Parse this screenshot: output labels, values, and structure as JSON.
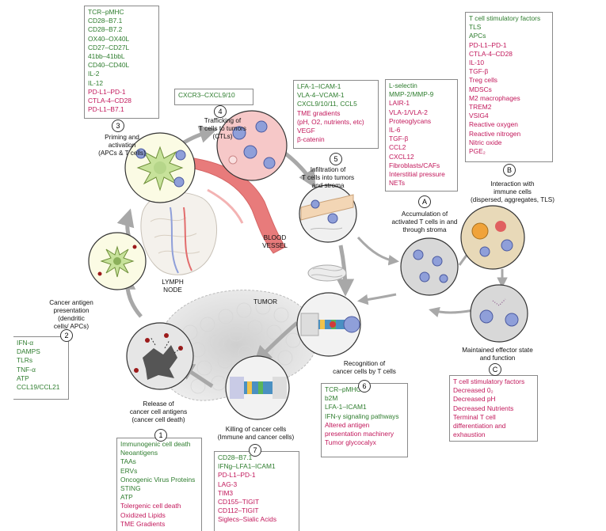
{
  "steps": {
    "s1": {
      "num": "1",
      "label": [
        "Release of",
        "cancer cell antigens",
        "(cancer cell death)"
      ],
      "items": [
        {
          "t": "Immunogenic cell death",
          "c": "g"
        },
        {
          "t": "Neoantigens",
          "c": "g"
        },
        {
          "t": "TAAs",
          "c": "g"
        },
        {
          "t": "ERVs",
          "c": "g"
        },
        {
          "t": "Oncogenic Virus Proteins",
          "c": "g"
        },
        {
          "t": "STING",
          "c": "g"
        },
        {
          "t": "ATP",
          "c": "g"
        },
        {
          "t": "Tolergenic cell death",
          "c": "r"
        },
        {
          "t": "Oxidized Lipids",
          "c": "r"
        },
        {
          "t": "TME Gradients",
          "c": "r"
        }
      ]
    },
    "s2": {
      "num": "2",
      "label": [
        "Cancer antigen",
        "presentation",
        "(dendritic",
        "cells/ APCs)"
      ],
      "items": [
        {
          "t": "IFN-α",
          "c": "g"
        },
        {
          "t": "DAMPS",
          "c": "g"
        },
        {
          "t": "TLRs",
          "c": "g"
        },
        {
          "t": "TNF-α",
          "c": "g"
        },
        {
          "t": "ATP",
          "c": "g"
        },
        {
          "t": "CCL19/CCL21",
          "c": "g"
        }
      ]
    },
    "s3": {
      "num": "3",
      "label": [
        "Priming and",
        "activation",
        "(APCs & T cells)"
      ],
      "items": [
        {
          "t": "TCR–pMHC",
          "c": "g"
        },
        {
          "t": "CD28–B7.1",
          "c": "g"
        },
        {
          "t": "CD28–B7.2",
          "c": "g"
        },
        {
          "t": "OX40–OX40L",
          "c": "g"
        },
        {
          "t": "CD27–CD27L",
          "c": "g"
        },
        {
          "t": "41bb–41bbL",
          "c": "g"
        },
        {
          "t": "CD40–CD40L",
          "c": "g"
        },
        {
          "t": "IL-2",
          "c": "g"
        },
        {
          "t": "IL-12",
          "c": "g"
        },
        {
          "t": "PD-L1–PD-1",
          "c": "r"
        },
        {
          "t": "CTLA-4–CD28",
          "c": "r"
        },
        {
          "t": "PD-L1–B7.1",
          "c": "r"
        }
      ]
    },
    "s4": {
      "num": "4",
      "label": [
        "Trafficking of",
        "T cells to tumors",
        "(CTLs)"
      ],
      "items": [
        {
          "t": "CXCR3–CXCL9/10",
          "c": "g"
        }
      ]
    },
    "s5": {
      "num": "5",
      "label": [
        "Infiltration of",
        "T cells into tumors",
        "and stroma"
      ],
      "items": [
        {
          "t": "LFA-1–ICAM-1",
          "c": "g"
        },
        {
          "t": "VLA-4–VCAM-1",
          "c": "g"
        },
        {
          "t": "CXCL9/10/11, CCL5",
          "c": "g"
        },
        {
          "t": "TME gradients",
          "c": "r"
        },
        {
          "t": "(pH, O2, nutrients, etc)",
          "c": "r"
        },
        {
          "t": "VEGF",
          "c": "r"
        },
        {
          "t": "β-catenin",
          "c": "r"
        }
      ]
    },
    "s6": {
      "num": "6",
      "label": [
        "Recognition of",
        "cancer cells by T cells"
      ],
      "items": [
        {
          "t": "TCR–pMHC",
          "c": "g"
        },
        {
          "t": "b2M",
          "c": "g"
        },
        {
          "t": "LFA-1–ICAM1",
          "c": "g"
        },
        {
          "t": "IFN-γ signaling pathways",
          "c": "g"
        },
        {
          "t": "Altered antigen",
          "c": "r"
        },
        {
          "t": "presentation machinery",
          "c": "r"
        },
        {
          "t": "Tumor glycocalyx",
          "c": "r"
        }
      ]
    },
    "s7": {
      "num": "7",
      "label": [
        "Killing of cancer cells",
        "(Immune and cancer cells)"
      ],
      "items": [
        {
          "t": "CD28–B7.1",
          "c": "g"
        },
        {
          "t": "IFNg–LFA1–ICAM1",
          "c": "g"
        },
        {
          "t": "PD-L1–PD-1",
          "c": "r"
        },
        {
          "t": "LAG-3",
          "c": "r"
        },
        {
          "t": "TIM3",
          "c": "r"
        },
        {
          "t": "CD155–TIGIT",
          "c": "r"
        },
        {
          "t": "CD112–TIGIT",
          "c": "r"
        },
        {
          "t": "Siglecs–Sialic Acids",
          "c": "r"
        }
      ]
    },
    "sA": {
      "num": "A",
      "label": [
        "Accumulation of",
        "activated T cells in and",
        "through stroma"
      ],
      "items": [
        {
          "t": "L-selectin",
          "c": "g"
        },
        {
          "t": "MMP-2/MMP-9",
          "c": "g"
        },
        {
          "t": "LAIR-1",
          "c": "r"
        },
        {
          "t": "VLA-1/VLA-2",
          "c": "r"
        },
        {
          "t": "Proteoglycans",
          "c": "r"
        },
        {
          "t": "IL-6",
          "c": "r"
        },
        {
          "t": "TGF-β",
          "c": "r"
        },
        {
          "t": "CCL2",
          "c": "r"
        },
        {
          "t": "CXCL12",
          "c": "r"
        },
        {
          "t": "Fibroblasts/CAFs",
          "c": "r"
        },
        {
          "t": "Interstitial pressure",
          "c": "r"
        },
        {
          "t": "NETs",
          "c": "r"
        }
      ]
    },
    "sB": {
      "num": "B",
      "label": [
        "Interaction with",
        "immune cells",
        "(dispersed, aggregates, TLS)"
      ],
      "items": [
        {
          "t": "T cell stimulatory factors",
          "c": "g"
        },
        {
          "t": "TLS",
          "c": "g"
        },
        {
          "t": "APCs",
          "c": "g"
        },
        {
          "t": "PD-L1–PD-1",
          "c": "r"
        },
        {
          "t": "CTLA-4–CD28",
          "c": "r"
        },
        {
          "t": "IL-10",
          "c": "r"
        },
        {
          "t": "TGF-β",
          "c": "r"
        },
        {
          "t": "Treg cells",
          "c": "r"
        },
        {
          "t": "MDSCs",
          "c": "r"
        },
        {
          "t": "M2 macrophages",
          "c": "r"
        },
        {
          "t": "TREM2",
          "c": "r"
        },
        {
          "t": "VSIG4",
          "c": "r"
        },
        {
          "t": "Reactive oxygen",
          "c": "r"
        },
        {
          "t": "Reactive nitrogen",
          "c": "r"
        },
        {
          "t": "Nitric oxide",
          "c": "r"
        },
        {
          "t": "PGE₂",
          "c": "r"
        }
      ]
    },
    "sC": {
      "num": "C",
      "label": [
        "Maintained effector state",
        "and function"
      ],
      "items": [
        {
          "t": "T cell stimulatory factors",
          "c": "r"
        },
        {
          "t": "Decreased 0₂",
          "c": "r"
        },
        {
          "t": "Decreased pH",
          "c": "r"
        },
        {
          "t": "Decreased Nutrients",
          "c": "r"
        },
        {
          "t": "Terminal T cell",
          "c": "r"
        },
        {
          "t": "differentiation and",
          "c": "r"
        },
        {
          "t": "exhaustion",
          "c": "r"
        }
      ]
    }
  },
  "labels": {
    "tumor": "TUMOR",
    "blood_vessel": [
      "BLOOD",
      "VESSEL"
    ],
    "lymph_node": [
      "LYMPH",
      "NODE"
    ]
  },
  "colors": {
    "green": "#2e7d2e",
    "red": "#c2185b",
    "arrow": "#a8a8a8",
    "tcell": "#8f9fd9"
  }
}
